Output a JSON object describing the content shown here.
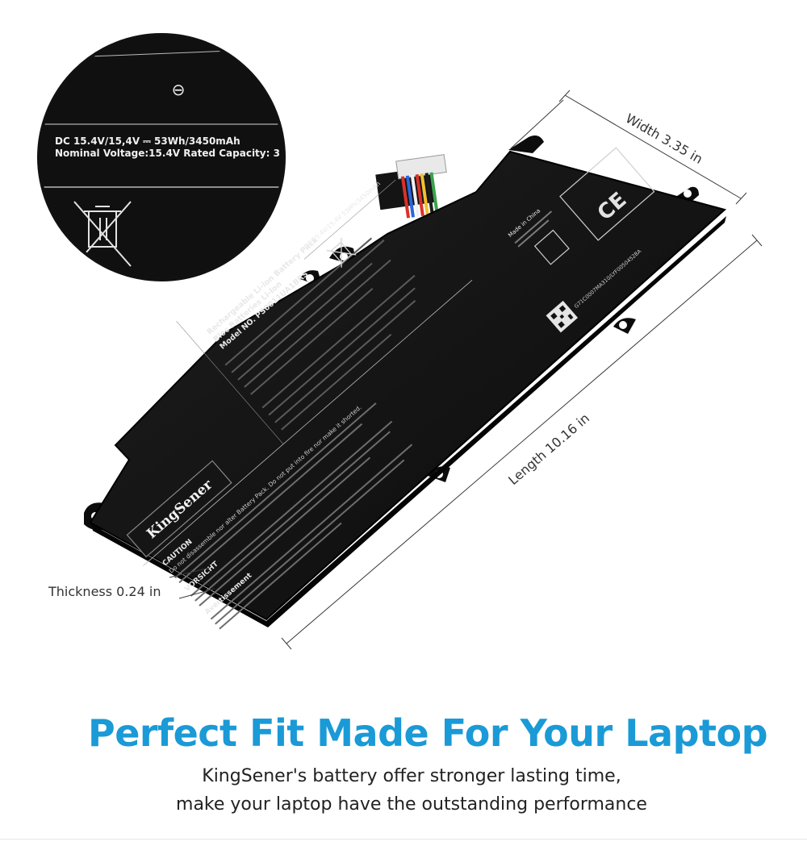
{
  "dimensions": {
    "width": "Width 3.35 in",
    "length": "Length 10.16 in",
    "thickness": "Thickness 0.24 in"
  },
  "battery": {
    "brand": "KingSener",
    "label_lines": [
      "Rechargeable Li-ion Battery Pack",
      "Bloc Batteries Li-Ion",
      "Model NO. PS0011UA1BRS"
    ],
    "caution_title": "CAUTION",
    "caution_text": "Do not disassemble nor alter Battery Pack. Do not put into fire nor make it shorted.",
    "vorsicht_title": "VORSICHT",
    "avertissement_title": "Avertissement",
    "spec_short": "DC 15.4V/15.4V 53Wh/3450mAh",
    "made_in": "Made in China",
    "ce_mark": "CE",
    "serial": "G71C0007MA310/LYF0050452BA"
  },
  "magnifier": {
    "spec_line1": "DC 15.4V/15,4V ⎓ 53Wh/3450mAh",
    "spec_line2": "Nominal Voltage:15.4V   Rated Capacity: 3",
    "minus_symbol": "⊖"
  },
  "headline": "Perfect Fit Made For Your Laptop",
  "subtitle_line1": "KingSener's battery offer stronger lasting time,",
  "subtitle_line2": "make your laptop have the outstanding performance",
  "colors": {
    "accent": "#1a9ad6",
    "battery": "#111111"
  }
}
